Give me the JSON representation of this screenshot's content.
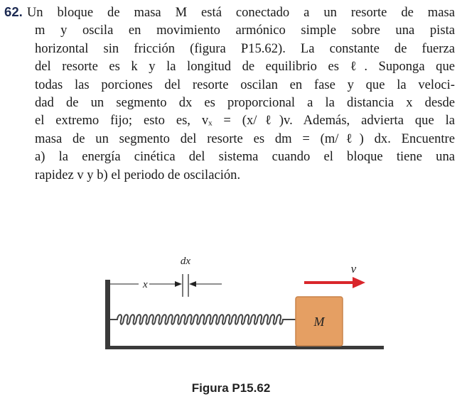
{
  "problem": {
    "number": "62.",
    "lines": [
      "Un bloque de masa M está conectado a un resorte de masa",
      "m y oscila en movimiento armónico simple sobre una pista",
      "horizontal sin fricción (figura P15.62). La constante de fuerza",
      "del resorte es k y la longitud de equilibrio es ℓ. Suponga que",
      "todas las porciones del resorte oscilan en fase y que la veloci-",
      "dad de un segmento dx es proporcional a la distancia x desde",
      "el extremo fijo; esto es, vₓ = (x/ℓ)v. Además, advierta que la",
      "masa de un segmento del resorte es dm = (m/ℓ) dx. Encuentre",
      "a) la energía cinética del sistema cuando el bloque tiene una",
      "rapidez v y b) el periodo de oscilación."
    ]
  },
  "figure": {
    "label_dx": "dx",
    "label_x": "x",
    "label_mass": "M",
    "label_velocity": "v⃗",
    "caption": "Figura P15.62",
    "colors": {
      "block": "#e59f63",
      "block_edge": "#c9834a",
      "arrow": "#d9262b",
      "spring": "#444444"
    }
  }
}
